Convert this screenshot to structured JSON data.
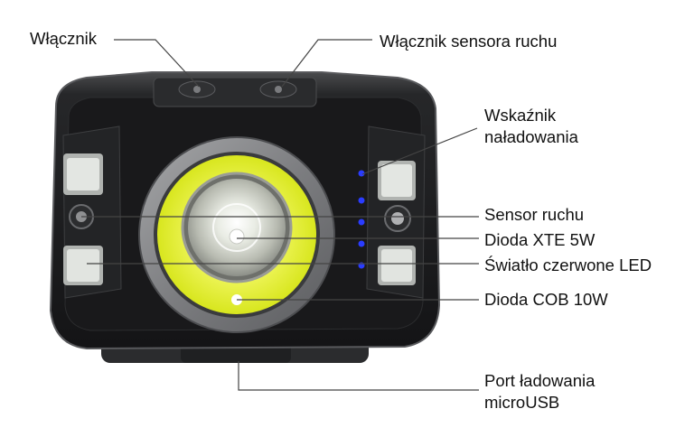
{
  "labels": {
    "power_switch": "Włącznik",
    "motion_sensor_switch": "Włącznik sensora ruchu",
    "charge_indicator_line1": "Wskaźnik",
    "charge_indicator_line2": "naładowania",
    "motion_sensor": "Sensor ruchu",
    "xte_diode": "Dioda XTE 5W",
    "red_led": "Światło czerwone LED",
    "cob_diode": "Dioda COB 10W",
    "usb_port_line1": "Port ładowania",
    "usb_port_line2": "microUSB"
  },
  "colors": {
    "body": "#1c1d1f",
    "body_edge": "#3a3b3d",
    "cob_ring": "#e6f23c",
    "bezel": "#8e8f91",
    "indicator_blue": "#2a3cff",
    "leader_line": "#444444"
  }
}
